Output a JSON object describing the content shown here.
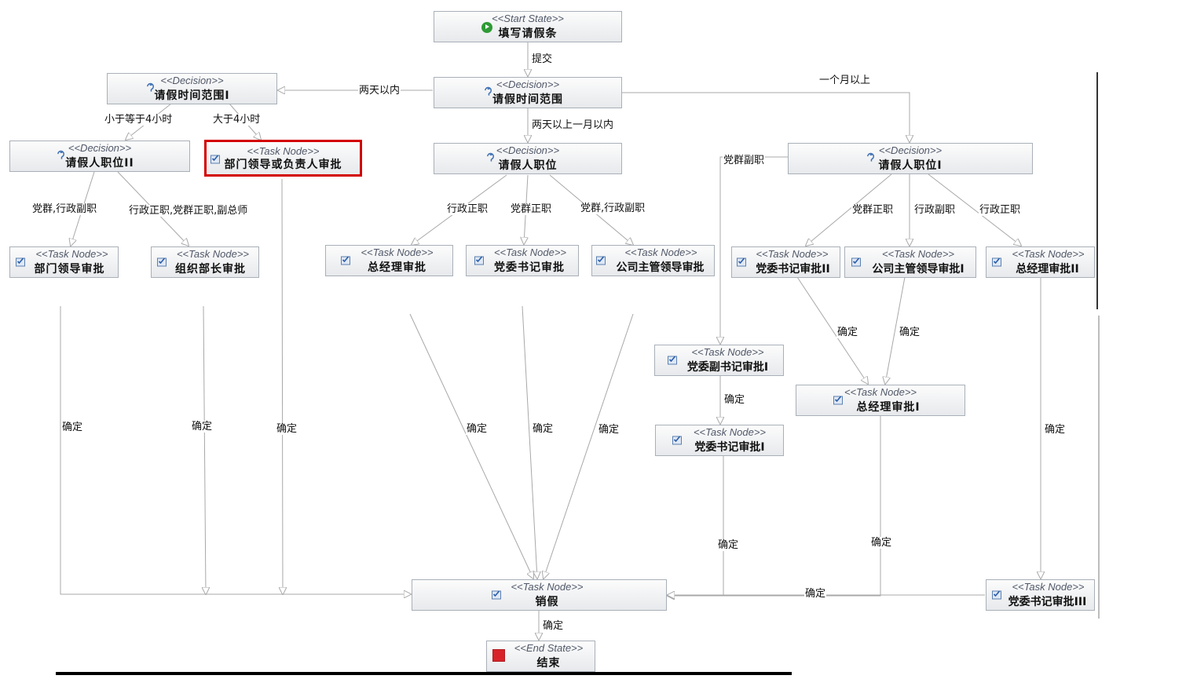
{
  "stereotypes": {
    "start": "<<Start State>>",
    "end": "<<End State>>",
    "decision": "<<Decision>>",
    "task": "<<Task Node>>"
  },
  "nodes": {
    "start": "填写请假条",
    "decision_main": "请假时间范围",
    "decision_range_1": "请假时间范围I",
    "decision_position_2": "请假人职位II",
    "task_dept_leader": "部门领导或负责人审批",
    "decision_position": "请假人职位",
    "decision_position_1": "请假人职位I",
    "task_dept_leader_approve": "部门领导审批",
    "task_org_minister": "组织部长审批",
    "task_gm": "总经理审批",
    "task_party_secretary": "党委书记审批",
    "task_company_supervisor": "公司主管领导审批",
    "task_party_secretary_2": "党委书记审批II",
    "task_company_supervisor_1": "公司主管领导审批I",
    "task_gm_2": "总经理审批II",
    "task_party_deputy_1": "党委副书记审批I",
    "task_gm_1": "总经理审批I",
    "task_party_secretary_1": "党委书记审批I",
    "task_cancel_leave": "销假",
    "task_party_secretary_3": "党委书记审批III",
    "end": "结束"
  },
  "edge_labels": {
    "submit": "提交",
    "within_two_days": "两天以内",
    "over_one_month": "一个月以上",
    "two_days_to_month": "两天以上一月以内",
    "le_4h": "小于等于4小时",
    "gt_4h": "大于4小时",
    "party_admin_deputy": "党群,行政副职",
    "admin_party_chief_vp": "行政正职,党群正职,副总师",
    "admin_chief": "行政正职",
    "party_chief": "党群正职",
    "party_admin_deputy_b": "党群,行政副职",
    "party_deputy": "党群副职",
    "party_chief_b": "党群正职",
    "admin_deputy": "行政副职",
    "admin_chief_b": "行政正职",
    "confirm": "确定"
  },
  "colors": {
    "selected_border": "#d40000",
    "edge": "#a8a8a8",
    "start_icon": "#2e9a35",
    "end_icon": "#d8232a"
  }
}
